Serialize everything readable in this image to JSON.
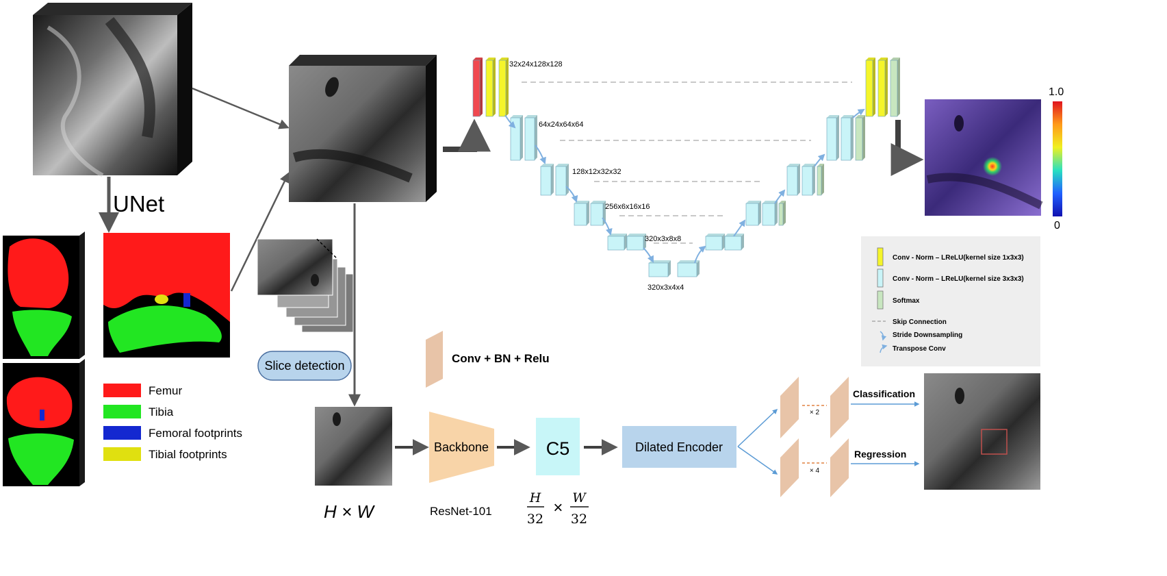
{
  "colors": {
    "femur": "#ff1a1a",
    "tibia": "#22e622",
    "femoral_footprints": "#1428d0",
    "tibial_footprints": "#e0e010",
    "conv_1x3x3": "#f5f52a",
    "conv_3x3x3": "#c9f4f8",
    "softmax": "#c8e6c0",
    "conv_bn_relu": "#e8c4a8",
    "backbone": "#f8d4a8",
    "c5": "#c8f6f8",
    "dilated_encoder": "#b8d4ec",
    "arrow": "#595959",
    "blue_arrow": "#7fb0e0"
  },
  "labels": {
    "unet": "UNet",
    "slice_detection": "Slice detection",
    "conv_bn_relu": "Conv + BN + Relu",
    "backbone": "Backbone",
    "c5": "C5",
    "dilated_encoder": "Dilated Encoder",
    "resnet": "ResNet-101",
    "hw": "H × W",
    "h_over": "H",
    "w_over": "W",
    "den": "32",
    "times": "×",
    "classification": "Classification",
    "regression": "Regression",
    "x2": "× 2",
    "x4": "× 4"
  },
  "unet_dims": [
    "32x24x128x128",
    "64x24x64x64",
    "128x12x32x32",
    "256x6x16x16",
    "320x3x8x8",
    "320x3x4x4"
  ],
  "colorbar": {
    "max": "1.0",
    "min": "0"
  },
  "seg_legend": [
    "Femur",
    "Tibia",
    "Femoral footprints",
    "Tibial footprints"
  ],
  "unet_legend": {
    "conv1": "Conv - Norm – LReLU(kernel size 1x3x3)",
    "conv3": "Conv - Norm – LReLU(kernel size 3x3x3)",
    "softmax": "Softmax",
    "skip": "Skip Connection",
    "stride": "Stride Downsampling",
    "transpose": "Transpose Conv"
  }
}
